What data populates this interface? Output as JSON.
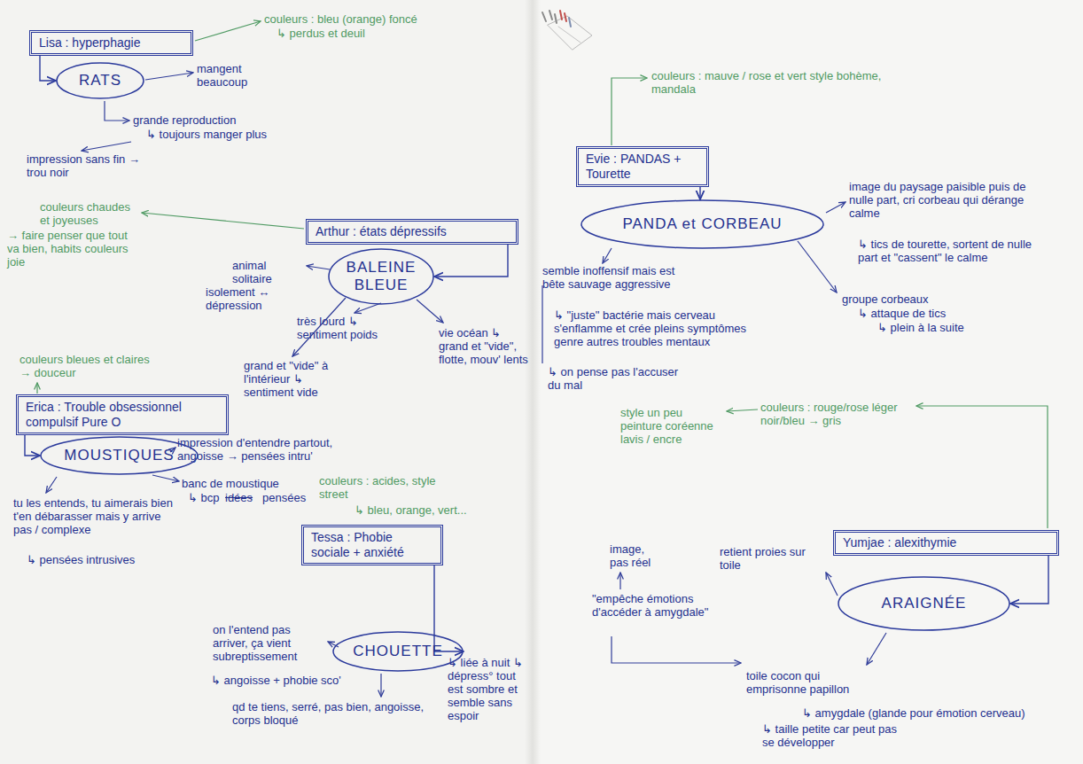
{
  "diagram": {
    "nodes": [
      {
        "text": [
          "Lisa : hyperphagie"
        ]
      },
      {
        "text": [
          "RATS"
        ]
      },
      {
        "text": [
          "Arthur : états dépressifs"
        ]
      },
      {
        "text": [
          "BALEINE BLEUE"
        ]
      },
      {
        "text": [
          "Erica : Trouble obsessionnel compulsif Pure O"
        ]
      },
      {
        "text": [
          "MOUSTIQUES"
        ]
      },
      {
        "text": [
          "Tessa : Phobie sociale + anxiété"
        ]
      },
      {
        "text": [
          "CHOUETTE"
        ]
      },
      {
        "text": [
          "Evie : PANDAS + Tourette"
        ]
      },
      {
        "text": [
          "PANDA et CORBEAU"
        ]
      },
      {
        "text": [
          "Yumjae : alexithymie"
        ]
      },
      {
        "text": [
          "ARAIGNÉE"
        ]
      }
    ],
    "edges": [
      {
        "from": 0,
        "to": 1,
        "arrow": "to"
      },
      {
        "from": 2,
        "to": 3,
        "arrow": "to"
      },
      {
        "from": 4,
        "to": 5,
        "arrow": "to"
      },
      {
        "from": 6,
        "to": 7,
        "arrow": "to"
      },
      {
        "from": 8,
        "to": 9,
        "arrow": "to"
      },
      {
        "from": 10,
        "to": 11,
        "arrow": "to"
      }
    ],
    "labels": [
      "couleurs : bleu (orange) foncé",
      "↳ perdus et deuil",
      "mangent beaucoup",
      "grande reproduction",
      "↳ toujours manger plus",
      "impression sans fin → trou noir",
      "couleurs chaudes et joyeuses",
      "→ faire penser que tout va bien, habits couleurs joie",
      "animal solitaire",
      "isolement ↔ dépression",
      "très lourd ↳ sentiment poids",
      "grand et \"vide\" à l'intérieur ↳ sentiment vide",
      "vie océan ↳ grand et \"vide\", flotte, mouv' lents",
      "couleurs bleues et claires → douceur",
      "impression d'entendre partout, angoisse → pensées intru'",
      "banc de moustique",
      "↳ bcp",
      "idées",
      "pensées",
      "tu les entends, tu aimerais bien t'en débarasser mais y arrive pas / complexe",
      "↳ pensées intrusives",
      "couleurs : acides, style street",
      "↳ bleu, orange, vert...",
      "on l'entend pas arriver, ça vient subreptissement",
      "↳ angoisse + phobie sco'",
      "qd te tiens, serré, pas bien, angoisse, corps bloqué",
      "↳ liée à nuit ↳ dépress° tout est sombre et semble sans espoir",
      "couleurs : mauve / rose et vert style bohème, mandala",
      "image du paysage paisible puis de nulle part, cri corbeau qui dérange calme",
      "↳ tics de tourette, sortent de nulle part et \"cassent\" le calme",
      "groupe corbeaux",
      "↳ attaque de tics",
      "↳ plein à la suite",
      "semble inoffensif mais est bête sauvage aggressive",
      "↳ \"juste\" bactérie mais cerveau s'enflamme et crée pleins symptômes genre autres troubles mentaux",
      "↳ on pense pas l'accuser du mal",
      "couleurs : rouge/rose léger noir/bleu → gris",
      "style un peu peinture coréenne lavis / encre",
      "retient proies sur toile",
      "image, pas réel",
      "\"empêche émotions d'accéder à amygdale\"",
      "toile cocon qui emprisonne papillon",
      "↳ amygdale (glande pour émotion cerveau)",
      "↳ taille petite car peut pas se développer"
    ]
  }
}
